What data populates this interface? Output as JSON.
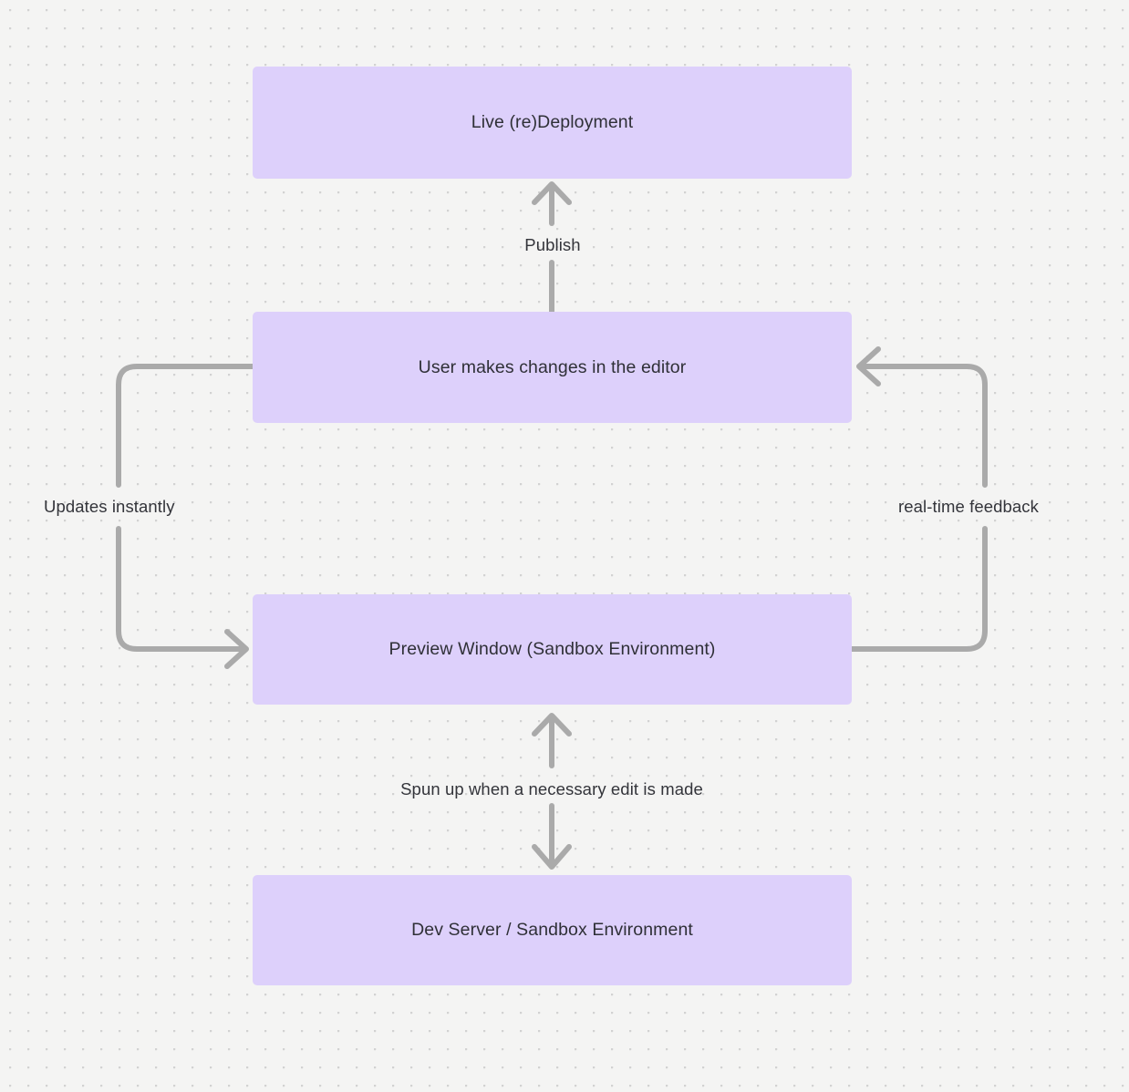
{
  "diagram": {
    "type": "flowchart",
    "background": "#f4f4f3",
    "node_fill": "#ddd0fb",
    "node_text_color": "#2f3037",
    "edge_color": "#aaaaaa",
    "label_text_color": "#33343a",
    "nodes": [
      {
        "id": "live",
        "label": "Live (re)Deployment"
      },
      {
        "id": "user",
        "label": "User makes changes in the editor"
      },
      {
        "id": "preview",
        "label": "Preview Window (Sandbox Environment)"
      },
      {
        "id": "dev",
        "label": "Dev Server / Sandbox Environment"
      }
    ],
    "edges": [
      {
        "id": "publish",
        "from": "user",
        "to": "live",
        "label": "Publish",
        "direction": "up"
      },
      {
        "id": "updates",
        "from": "user",
        "to": "preview",
        "label": "Updates instantly",
        "direction": "left-loop-down"
      },
      {
        "id": "realtime",
        "from": "preview",
        "to": "user",
        "label": "real-time feedback",
        "direction": "right-loop-up"
      },
      {
        "id": "spun",
        "from": "preview",
        "to": "dev",
        "label": "Spun up when a necessary edit is made",
        "direction": "bidirectional"
      }
    ]
  }
}
